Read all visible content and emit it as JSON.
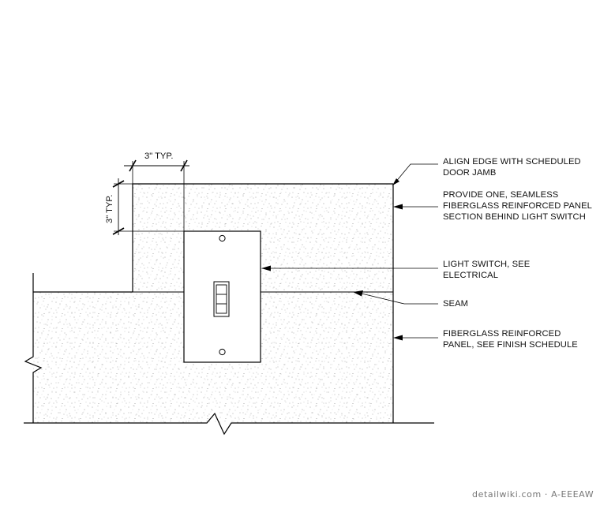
{
  "dimensions": {
    "horizontal": "3\" TYP.",
    "vertical": "3\" TYP."
  },
  "notes": {
    "align_edge": {
      "lines": [
        "ALIGN EDGE WITH SCHEDULED",
        "DOOR JAMB"
      ]
    },
    "seamless_panel": {
      "lines": [
        "PROVIDE ONE, SEAMLESS",
        "FIBERGLASS REINFORCED PANEL",
        "SECTION BEHIND LIGHT SWITCH"
      ]
    },
    "light_switch": {
      "lines": [
        "LIGHT SWITCH, SEE",
        "ELECTRICAL"
      ]
    },
    "seam": {
      "lines": [
        "SEAM"
      ]
    },
    "frp_panel": {
      "lines": [
        "FIBERGLASS REINFORCED",
        "PANEL, SEE FINISH SCHEDULE"
      ]
    }
  },
  "credit": "detailwiki.com · A-EEEAW",
  "colors": {
    "line": "#000000",
    "stipple": "#8a8a8a",
    "credit": "#777777"
  }
}
